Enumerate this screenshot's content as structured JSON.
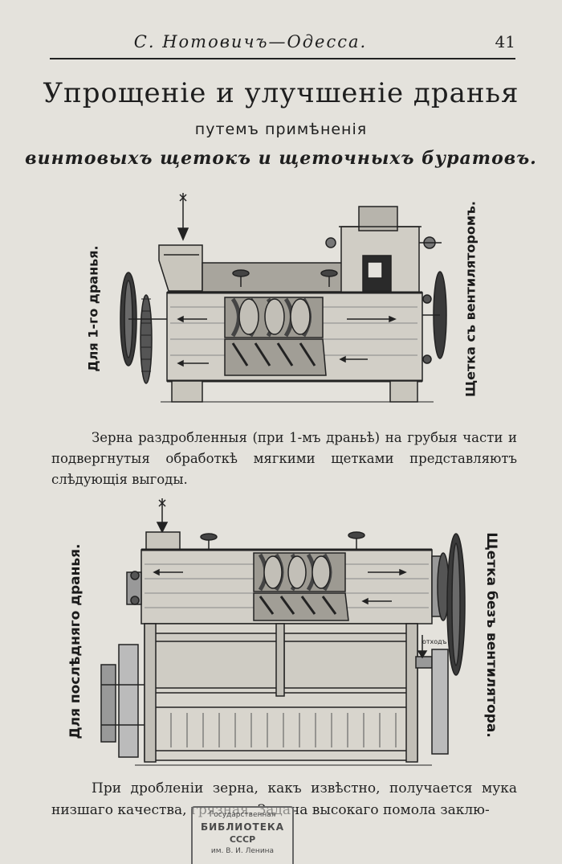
{
  "header": {
    "running_head": "С. Нотовичъ—Одесса.",
    "page_number": "41"
  },
  "title": "Упрощеніе и улучшеніе дранья",
  "subtitle": "путемъ примѣненія",
  "subtitle2": "винтовыхъ щетокъ и щеточныхъ буратовъ.",
  "figure1": {
    "label_left": "Для 1-го дранья.",
    "label_right": "Щетка съ вентиляторомъ."
  },
  "paragraph1": "Зерна раздробленныя (при 1-мъ драньѣ) на грубыя части и подвергнутыя обработкѣ мягкими щетками представляютъ слѣдующія выгоды.",
  "figure2": {
    "label_left": "Для послѣдняго дранья.",
    "label_right": "Щетка безъ вентилятора.",
    "small_label": "отходъ"
  },
  "paragraph2": "При дробленіи зерна, какъ извѣстно, получается мука низшаго качества, грязная. Задача высокаго помола заклю-",
  "stamp": {
    "line1": "Государственная",
    "line2": "БИБЛИОТЕКА",
    "line3": "СССР",
    "line4": "им. В. И. Ленина"
  }
}
